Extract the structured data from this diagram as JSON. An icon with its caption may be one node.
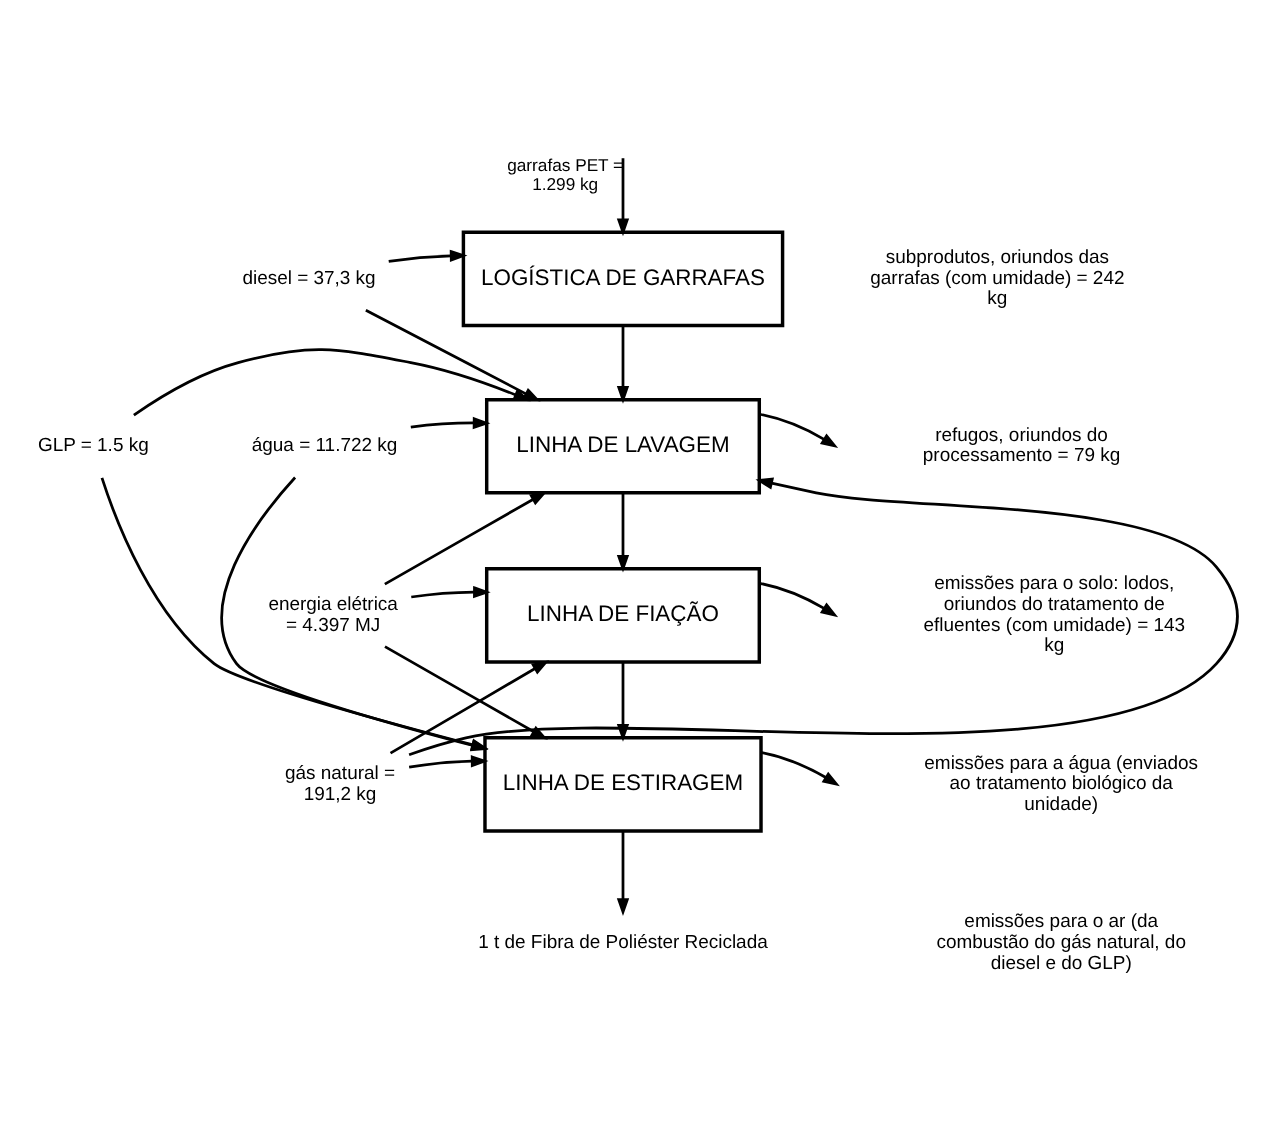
{
  "diagram": {
    "nodes": [
      {
        "text": [
          "LOGÍSTICA DE GARRAFAS"
        ]
      },
      {
        "text": [
          "diesel = 37,3 kg"
        ]
      },
      {
        "text": [
          "LINHA DE LAVAGEM"
        ]
      },
      {
        "text": [
          "GLP = 1.5 kg"
        ]
      },
      {
        "text": [
          "água = 11.722 kg"
        ]
      },
      {
        "text": [
          "LINHA DE FIAÇÃO"
        ]
      },
      {
        "text": [
          "energia elétrica = 4.397 MJ"
        ]
      },
      {
        "text": [
          "LINHA DE ESTIRAGEM"
        ]
      },
      {
        "text": [
          "gás natural = 191,2 kg"
        ]
      },
      {
        "text": [
          "1 t de Fibra de Poliéster Reciclada"
        ]
      }
    ],
    "edges": [
      {
        "from": null,
        "to": 0,
        "arrow": "to",
        "label": "garrafas PET = 1.299 kg"
      },
      {
        "from": 1,
        "to": 0,
        "arrow": "to"
      },
      {
        "from": 1,
        "to": 2,
        "arrow": "to"
      },
      {
        "from": 0,
        "to": 2,
        "arrow": "to"
      },
      {
        "from": 3,
        "to": 2,
        "arrow": "to"
      },
      {
        "from": 4,
        "to": 2,
        "arrow": "to"
      },
      {
        "from": 8,
        "to": 2,
        "arrow": "to"
      },
      {
        "from": 6,
        "to": 2,
        "arrow": "to"
      },
      {
        "from": 2,
        "to": null,
        "arrow": "to"
      },
      {
        "from": 2,
        "to": 5,
        "arrow": "to"
      },
      {
        "from": 8,
        "to": 5,
        "arrow": "to"
      },
      {
        "from": 6,
        "to": 5,
        "arrow": "to"
      },
      {
        "from": 5,
        "to": null,
        "arrow": "to"
      },
      {
        "from": 5,
        "to": 7,
        "arrow": "to"
      },
      {
        "from": 6,
        "to": 7,
        "arrow": "to"
      },
      {
        "from": 4,
        "to": 7,
        "arrow": "to"
      },
      {
        "from": 3,
        "to": 7,
        "arrow": "to"
      },
      {
        "from": 8,
        "to": 7,
        "arrow": "to"
      },
      {
        "from": 7,
        "to": null,
        "arrow": "to"
      },
      {
        "from": 7,
        "to": 9,
        "arrow": "to"
      }
    ],
    "labels": [
      "subprodutos, oriundos das garrafas (com umidade) = 242 kg",
      "refugos, oriundos do processamento = 79 kg",
      "emissões para o solo: lodos, oriundos do tratamento de efluentes (com umidade) = 143 kg",
      "emissões para a água (enviados ao tratamento biológico da unidade)",
      "emissões para o ar (da combustão do gás natural, do diesel e do GLP)"
    ]
  }
}
